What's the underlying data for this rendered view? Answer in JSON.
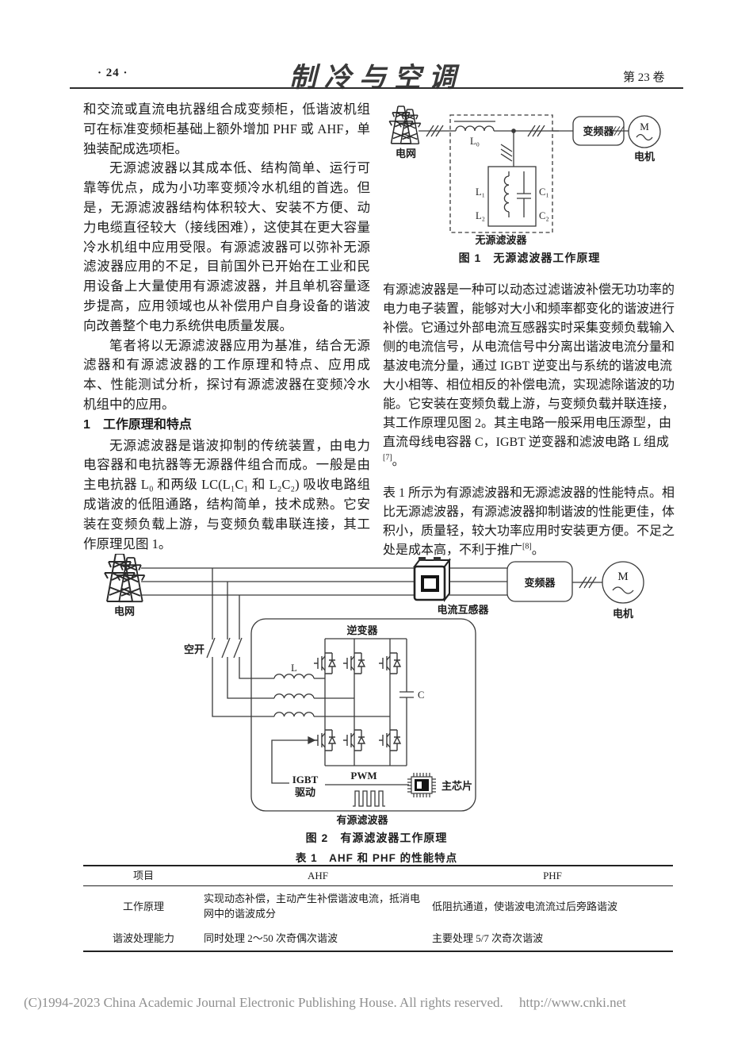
{
  "header": {
    "page_number": "· 24 ·",
    "journal_title": "制冷与空调",
    "volume": "第 23 卷"
  },
  "left_column": {
    "para1": "和交流或直流电抗器组合成变频柜，低谐波机组可在标准变频柜基础上额外增加 PHF 或 AHF，单独装配成选项柜。",
    "para2": "无源滤波器以其成本低、结构简单、运行可靠等优点，成为小功率变频冷水机组的首选。但是，无源滤波器结构体积较大、安装不方便、动力电缆直径较大（接线困难），这使其在更大容量冷水机组中应用受限。有源滤波器可以弥补无源滤波器应用的不足，目前国外已开始在工业和民用设备上大量使用有源滤波器，并且单机容量逐步提高，应用领域也从补偿用户自身设备的谐波向改善整个电力系统供电质量发展。",
    "para3": "笔者将以无源滤波器应用为基准，结合无源滤器和有源滤波器的工作原理和特点、应用成本、性能测试分析，探讨有源滤波器在变频冷水机组中的应用。",
    "section1_number": "1",
    "section1_title": "工作原理和特点",
    "para4": "无源滤波器是谐波抑制的传统装置，由电力电容器和电抗器等无源器件组合而成。一般是由主电抗器 L₀ 和两级 LC(L₁C₁ 和 L₂C₂) 吸收电路组成谐波的低阻通路，结构简单，技术成熟。它安装在变频负载上游，与变频负载串联连接，其工作原理见图 1。"
  },
  "right_column": {
    "para1": "有源滤波器是一种可以动态过滤谐波补偿无功功率的电力电子装置，能够对大小和频率都变化的谐波进行补偿。它通过外部电流互感器实时采集变频负载输入侧的电流信号，从电流信号中分离出谐波电流分量和基波电流分量，通过 IGBT 逆变出与系统的谐波电流大小相等、相位相反的补偿电流，实现滤除谐波的功能。它安装在变频负载上游，与变频负载并联连接，其工作原理见图 2。其主电路一般采用电压源型，由直流母线电容器 C，IGBT 逆变器和滤波电路 L 组成",
    "para1_ref": "[7]",
    "para1_end": "。",
    "para2": "表 1 所示为有源滤波器和无源滤波器的性能特点。相比无源滤波器，有源滤波器抑制谐波的性能更佳，体积小，质量轻，较大功率应用时安装更方便。不足之处是成本高，不利于推广",
    "para2_ref": "[8]",
    "para2_end": "。"
  },
  "figure1": {
    "caption": "图 1　无源滤波器工作原理",
    "labels": {
      "grid": "电网",
      "l0": "L₀",
      "l1": "L₁",
      "l2": "L₂",
      "c1": "C₁",
      "c2": "C₂",
      "filter_box": "无源滤波器",
      "vfd": "变频器",
      "motor_m": "M",
      "motor": "电机"
    }
  },
  "figure2": {
    "caption": "图 2　有源滤波器工作原理",
    "labels": {
      "grid": "电网",
      "breaker": "空开",
      "ct": "电流互感器",
      "vfd": "变频器",
      "motor_m": "M",
      "motor": "电机",
      "inverter": "逆变器",
      "inductor": "L",
      "capacitor": "C",
      "igbt_drive_line1": "IGBT",
      "igbt_drive_line2": "驱动",
      "pwm": "PWM",
      "chip": "主芯片",
      "filter_box": "有源滤波器"
    }
  },
  "table1": {
    "title": "表 1　AHF 和 PHF 的性能特点",
    "headers": [
      "项目",
      "AHF",
      "PHF"
    ],
    "rows": [
      {
        "item": "工作原理",
        "ahf": "实现动态补偿，主动产生补偿谐波电流，抵消电网中的谐波成分",
        "phf": "低阻抗通道，使谐波电流流过后旁路谐波"
      },
      {
        "item": "谐波处理能力",
        "ahf": "同时处理 2～50 次奇偶次谐波",
        "phf": "主要处理 5/7 次奇次谐波"
      }
    ]
  },
  "footer": {
    "copyright": "(C)1994-2023 China Academic Journal Electronic Publishing House. All rights reserved.",
    "url": "http://www.cnki.net"
  }
}
